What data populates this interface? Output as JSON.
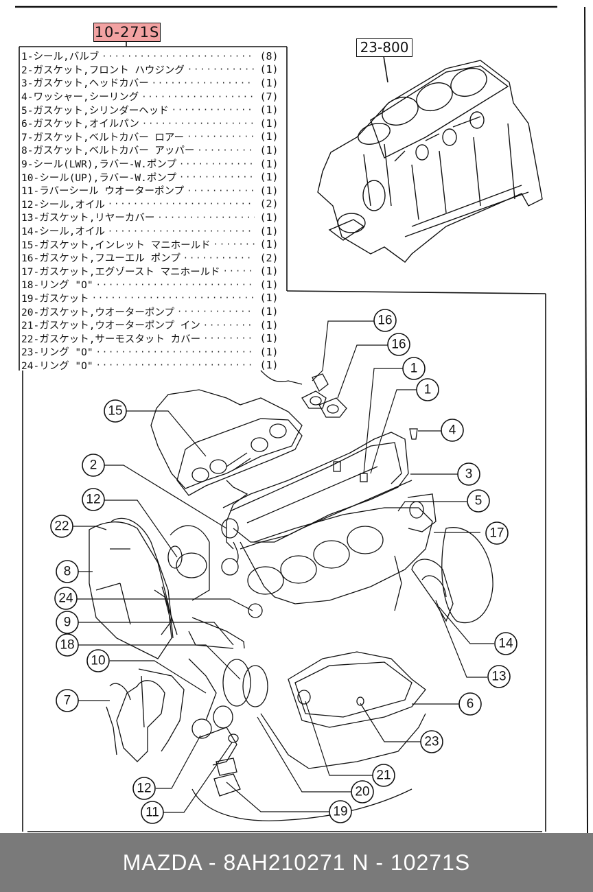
{
  "header": {
    "ref_number": "10-271S",
    "engine_block_ref": "23-800"
  },
  "parts_list": [
    {
      "no": "1",
      "name": "1-シール,バルブ",
      "qty": "8"
    },
    {
      "no": "2",
      "name": "2-ガスケット,フロント ハウジング",
      "qty": "1"
    },
    {
      "no": "3",
      "name": "3-ガスケット,ヘッドカバー",
      "qty": "1"
    },
    {
      "no": "4",
      "name": "4-ワッシャー,シーリング",
      "qty": "7"
    },
    {
      "no": "5",
      "name": "5-ガスケット,シリンダーヘッド",
      "qty": "1"
    },
    {
      "no": "6",
      "name": "6-ガスケット,オイルパン",
      "qty": "1"
    },
    {
      "no": "7",
      "name": "7-ガスケット,ベルトカバー ロアー",
      "qty": "1"
    },
    {
      "no": "8",
      "name": "8-ガスケット,ベルトカバー アッパー",
      "qty": "1"
    },
    {
      "no": "9",
      "name": "9-シール(LWR),ラバー-W.ポンプ",
      "qty": "1"
    },
    {
      "no": "10",
      "name": "10-シール(UP),ラバー-W.ポンプ",
      "qty": "1"
    },
    {
      "no": "11",
      "name": "11-ラバーシール ウオーターポンプ",
      "qty": "1"
    },
    {
      "no": "12",
      "name": "12-シール,オイル",
      "qty": "2"
    },
    {
      "no": "13",
      "name": "13-ガスケット,リヤーカバー",
      "qty": "1"
    },
    {
      "no": "14",
      "name": "14-シール,オイル",
      "qty": "1"
    },
    {
      "no": "15",
      "name": "15-ガスケット,インレット マニホールド",
      "qty": "1"
    },
    {
      "no": "16",
      "name": "16-ガスケット,フユーエル ポンプ",
      "qty": "2"
    },
    {
      "no": "17",
      "name": "17-ガスケット,エグゾースト マニホールド",
      "qty": "1"
    },
    {
      "no": "18",
      "name": "18-リング \"O\"",
      "qty": "1"
    },
    {
      "no": "19",
      "name": "19-ガスケット",
      "qty": "1"
    },
    {
      "no": "20",
      "name": "20-ガスケット,ウオーターポンプ",
      "qty": "1"
    },
    {
      "no": "21",
      "name": "21-ガスケット,ウオーターポンプ イン",
      "qty": "1"
    },
    {
      "no": "22",
      "name": "22-ガスケット,サーモスタット カバー",
      "qty": "1"
    },
    {
      "no": "23",
      "name": "23-リング \"O\"",
      "qty": "1"
    },
    {
      "no": "24",
      "name": "24-リング \"O\"",
      "qty": "1"
    }
  ],
  "callouts": [
    "16",
    "16",
    "1",
    "1",
    "4",
    "15",
    "3",
    "2",
    "5",
    "12",
    "17",
    "22",
    "8",
    "24",
    "14",
    "9",
    "18",
    "13",
    "10",
    "6",
    "7",
    "23",
    "21",
    "12",
    "20",
    "11",
    "19"
  ],
  "footer": {
    "text": "MAZDA - 8AH210271     N - 10271S"
  }
}
